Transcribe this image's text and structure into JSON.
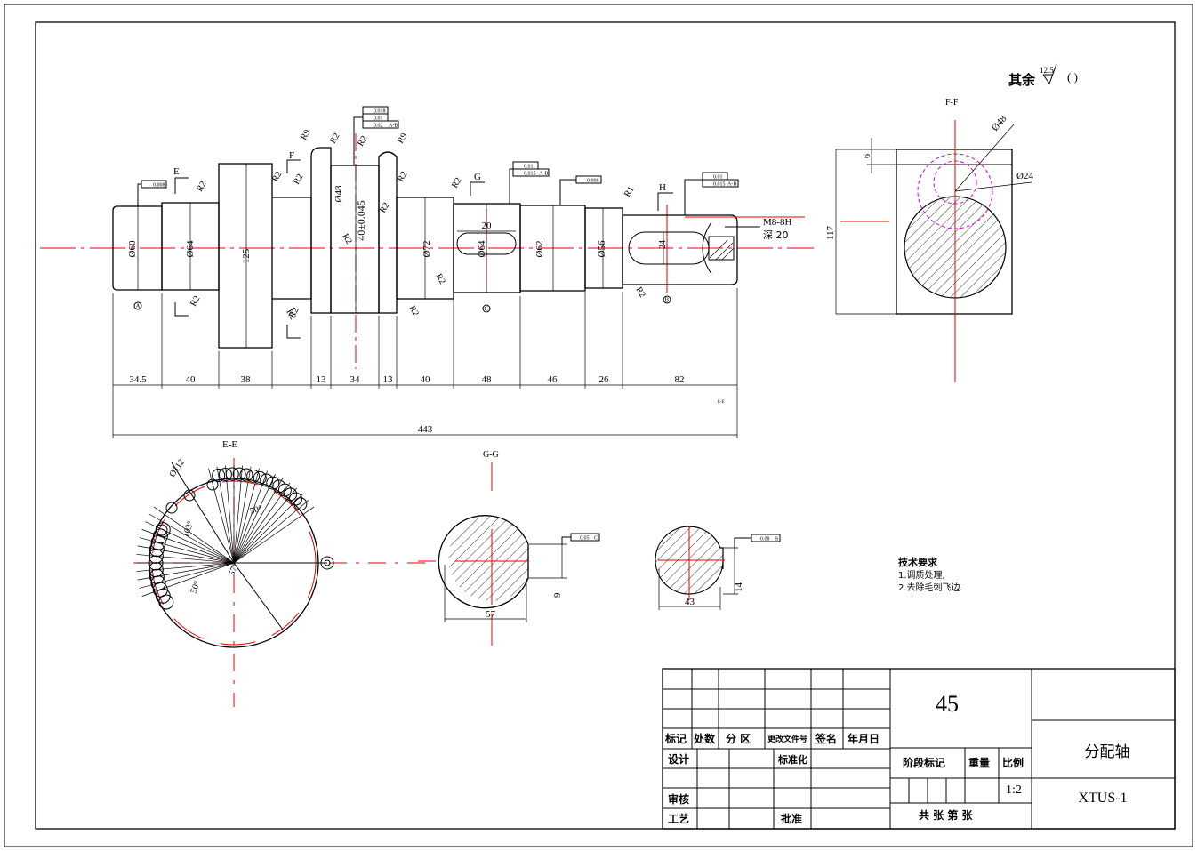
{
  "surface_note": {
    "prefix": "其余",
    "value": "12.5",
    "paren": "(  )"
  },
  "main_view": {
    "section_labels": [
      "E",
      "F",
      "G",
      "H"
    ],
    "radii": [
      "R9",
      "R2",
      "R2",
      "R9",
      "R2",
      "R2",
      "R2",
      "R2",
      "R2",
      "R2",
      "R2",
      "R2",
      "R2",
      "R2",
      "R1",
      "R2",
      "R2",
      "R2",
      "R2"
    ],
    "diameters": [
      "Ø60",
      "Ø64",
      "125",
      "Ø48",
      "40±0.045",
      "Ø72",
      "Ø64",
      "Ø62",
      "Ø56",
      "24"
    ],
    "key_width": "20",
    "thread": "M8-8H",
    "thread_depth": "深 20",
    "datums": [
      "A",
      "C",
      "B"
    ],
    "tolerances": [
      "0.008",
      "0.018",
      "0.01",
      "0.02",
      "0.01",
      "0.015",
      "0.008",
      "0.01",
      "0.015"
    ],
    "datum_refs": [
      "A-B",
      "A-B",
      "A-B"
    ],
    "lengths": [
      "34.5",
      "40",
      "38",
      "13",
      "34",
      "13",
      "40",
      "48",
      "46",
      "26",
      "82"
    ],
    "total_length": "443",
    "small_note": "E-E"
  },
  "ff_view": {
    "title": "F-F",
    "dims": [
      "Ø48",
      "Ø24",
      "6",
      "117"
    ]
  },
  "ee_view": {
    "title": "E-E",
    "dims": [
      "Ø112",
      "103°",
      "50°",
      "50°",
      "57°"
    ]
  },
  "gg_view": {
    "title": "G-G",
    "dims": [
      "57",
      "9",
      "0.05",
      "C"
    ]
  },
  "key2_view": {
    "dims": [
      "43",
      "14",
      "0.08",
      "B"
    ]
  },
  "tech_req": {
    "title": "技术要求",
    "items": [
      "1.调质处理;",
      "2.去除毛刺飞边."
    ]
  },
  "title_block": {
    "material": "45",
    "part_name": "分配轴",
    "drawing_no": "XTUS-1",
    "scale": "1:2",
    "headers": [
      "标记",
      "处数",
      "分 区",
      "更改文件号",
      "签名",
      "年月日"
    ],
    "roles": [
      "设计",
      "标准化",
      "审核",
      "工艺",
      "批准"
    ],
    "stage": "阶段标记",
    "weight": "重量",
    "scale_label": "比例",
    "sheets": "共  张   第  张"
  }
}
